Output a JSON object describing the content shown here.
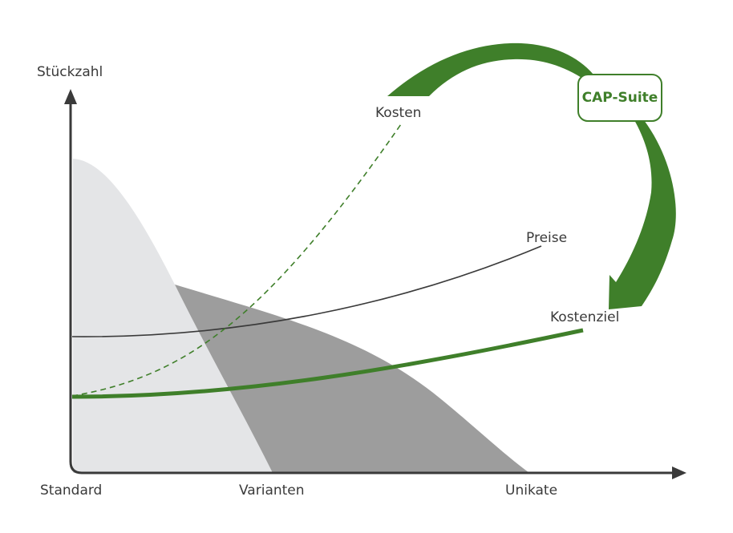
{
  "axes": {
    "y_label": "Stückzahl",
    "x_labels": [
      "Standard",
      "Varianten",
      "Unikate"
    ]
  },
  "curves": {
    "costs": "Kosten",
    "prices": "Preise",
    "cost_target": "Kostenziel"
  },
  "badge": {
    "label": "CAP-Suite"
  },
  "colors": {
    "green": "#3f7f2a",
    "light_area": "#e4e5e7",
    "dark_area": "#9d9d9d",
    "axis": "#3a3a3a"
  }
}
